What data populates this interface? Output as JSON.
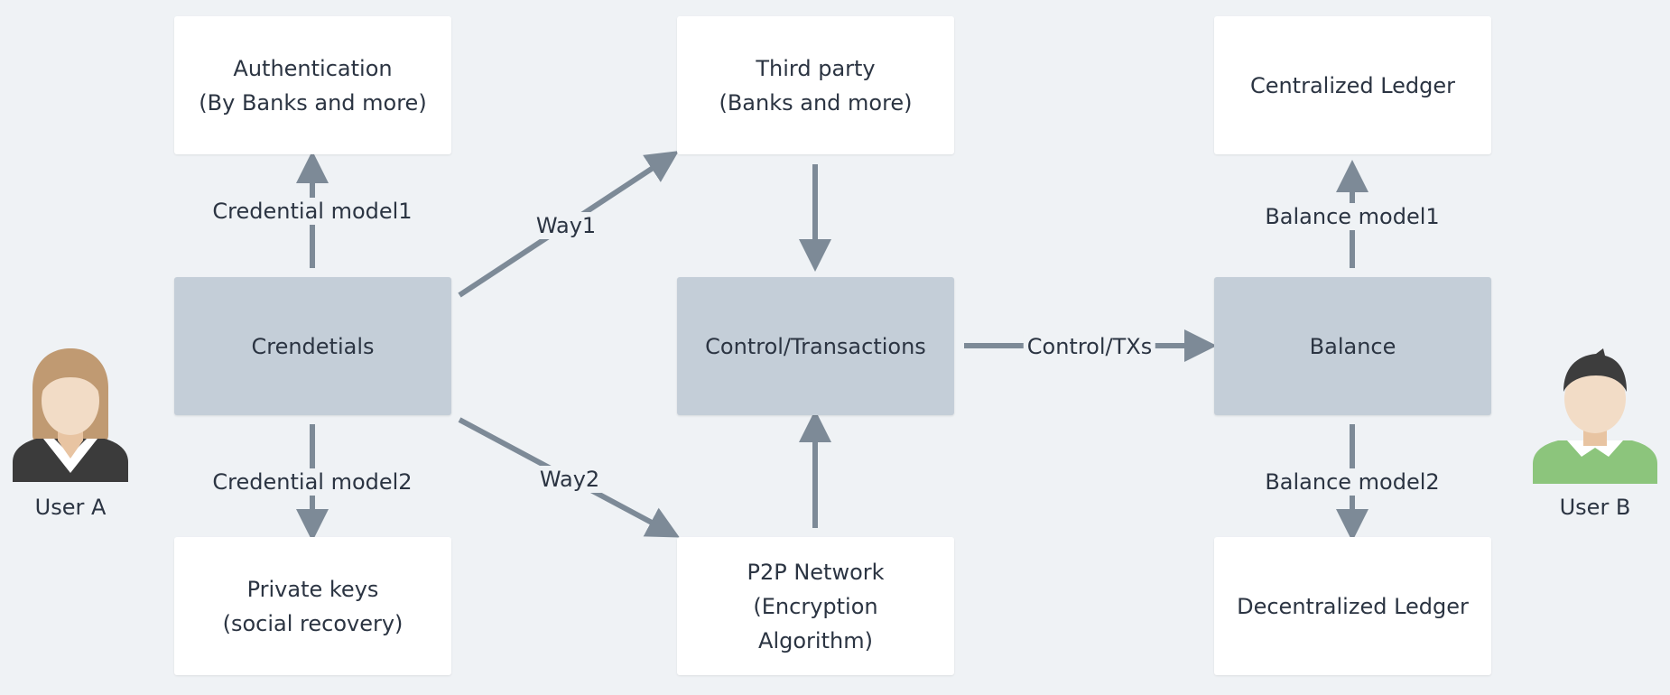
{
  "boxes": {
    "authentication": [
      "Authentication",
      "(By Banks and more)"
    ],
    "credentials": [
      "Crendetials"
    ],
    "private_keys": [
      "Private keys",
      "(social recovery)"
    ],
    "third_party": [
      "Third party",
      "(Banks and more)"
    ],
    "control": [
      "Control/Transactions"
    ],
    "p2p": [
      "P2P Network",
      "(Encryption",
      "Algorithm)"
    ],
    "centralized": [
      "Centralized Ledger"
    ],
    "balance": [
      "Balance"
    ],
    "decentralized": [
      "Decentralized Ledger"
    ]
  },
  "edge_labels": {
    "credential_model1": "Credential model1",
    "credential_model2": "Credential model2",
    "way1": "Way1",
    "way2": "Way2",
    "control_txs": "Control/TXs",
    "balance_model1": "Balance model1",
    "balance_model2": "Balance model2"
  },
  "users": {
    "user_a": "User A",
    "user_b": "User B"
  },
  "colors": {
    "background": "#eff2f5",
    "white_box": "#ffffff",
    "grey_box": "#c4ced8",
    "arrow": "#7d8a97",
    "text": "#2b3442"
  }
}
